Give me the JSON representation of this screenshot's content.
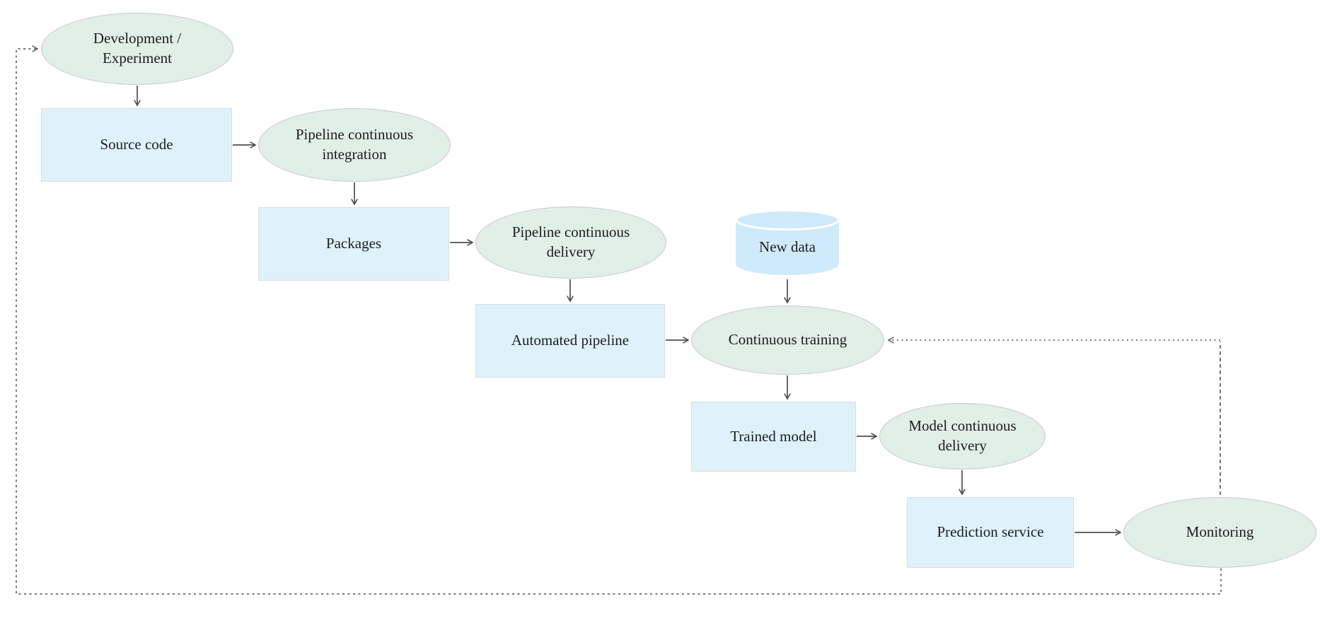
{
  "nodes": {
    "development_experiment": {
      "label": "Development / Experiment",
      "type": "ellipse"
    },
    "source_code": {
      "label": "Source code",
      "type": "rect"
    },
    "pipeline_ci": {
      "label": "Pipeline continuous integration",
      "type": "ellipse"
    },
    "packages": {
      "label": "Packages",
      "type": "rect"
    },
    "pipeline_cd": {
      "label": "Pipeline continuous delivery",
      "type": "ellipse"
    },
    "new_data": {
      "label": "New data",
      "type": "cylinder"
    },
    "automated_pipeline": {
      "label": "Automated pipeline",
      "type": "rect"
    },
    "continuous_training": {
      "label": "Continuous training",
      "type": "ellipse"
    },
    "trained_model": {
      "label": "Trained model",
      "type": "rect"
    },
    "model_cd": {
      "label": "Model continuous delivery",
      "type": "ellipse"
    },
    "prediction_service": {
      "label": "Prediction service",
      "type": "rect"
    },
    "monitoring": {
      "label": "Monitoring",
      "type": "ellipse"
    }
  },
  "edges": [
    {
      "from": "development_experiment",
      "to": "source_code",
      "style": "solid"
    },
    {
      "from": "source_code",
      "to": "pipeline_ci",
      "style": "solid"
    },
    {
      "from": "pipeline_ci",
      "to": "packages",
      "style": "solid"
    },
    {
      "from": "packages",
      "to": "pipeline_cd",
      "style": "solid"
    },
    {
      "from": "pipeline_cd",
      "to": "automated_pipeline",
      "style": "solid"
    },
    {
      "from": "automated_pipeline",
      "to": "continuous_training",
      "style": "solid"
    },
    {
      "from": "new_data",
      "to": "continuous_training",
      "style": "solid"
    },
    {
      "from": "continuous_training",
      "to": "trained_model",
      "style": "solid"
    },
    {
      "from": "trained_model",
      "to": "model_cd",
      "style": "solid"
    },
    {
      "from": "model_cd",
      "to": "prediction_service",
      "style": "solid"
    },
    {
      "from": "prediction_service",
      "to": "monitoring",
      "style": "solid"
    },
    {
      "from": "monitoring",
      "to": "continuous_training",
      "style": "dotted"
    },
    {
      "from": "monitoring",
      "to": "development_experiment",
      "style": "dashed"
    }
  ],
  "colors": {
    "ellipse_fill": "#e0efe8",
    "ellipse_border": "#cbc8ce",
    "rect_fill": "#dff2fc",
    "rect_border": "#d6dee3",
    "cylinder_fill": "#cfeafa",
    "arrow": "#4f4f4f",
    "dashed": "#646464",
    "text": "#1d1d1d",
    "background": "#ffffff"
  }
}
